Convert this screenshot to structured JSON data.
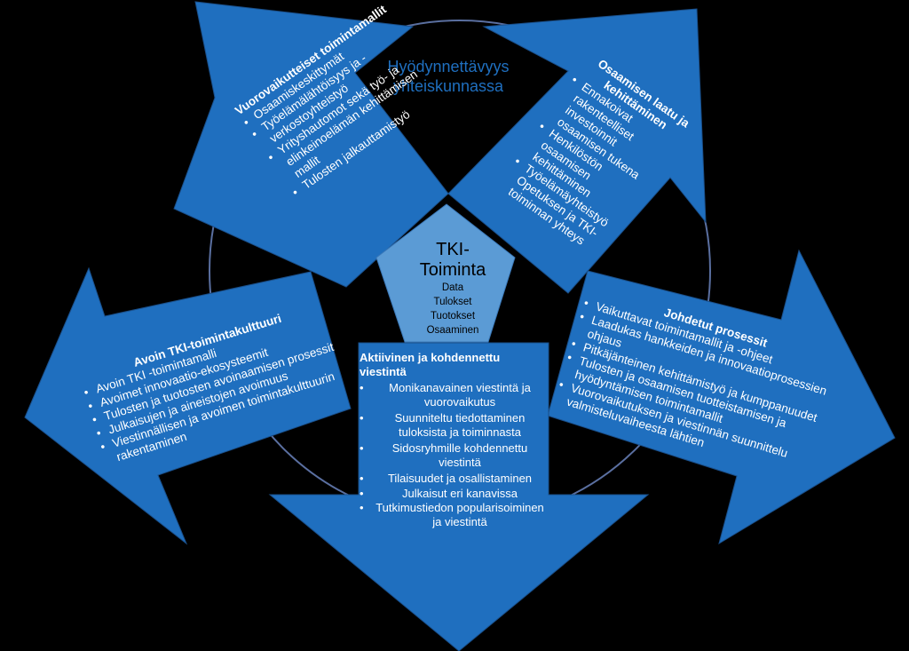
{
  "outer_label": [
    "Hyödynnettävyys",
    "yhteiskunnassa"
  ],
  "center": {
    "title": [
      "TKI-",
      "Toiminta"
    ],
    "items": [
      "Data",
      "Tulokset",
      "Tuotokset",
      "Osaaminen"
    ]
  },
  "top_left": {
    "title": "Vuorovaikutteiset toimintamallit",
    "items": [
      "Osaamiskeskittymät",
      "Työelämälähtöisyys ja -verkostoyhteistyö",
      "Yrityshautomot sekä työ- ja elinkeinoelämän kehittämisen mallit",
      "Tulosten jalkauttamistyö"
    ]
  },
  "top_right": {
    "title": "Osaamisen laatu ja kehittäminen",
    "items": [
      "Ennakoivat rakenteelliset investoinnit osaamisen tukena",
      "Henkilöstön osaamisen kehittäminen",
      "Työelämäyhteistyö Opetuksen ja TKI-toiminnan yhteys"
    ]
  },
  "left": {
    "title": "Avoin TKI-toimintakulttuuri",
    "items": [
      "Avoin TKI -toimintamalli",
      "Avoimet innovaatio-ekosysteemit",
      "Tulosten ja tuotosten avoinaamisen prosessit",
      "Julkaisujen ja aineistojen avoimuus",
      "Viestinnällisen ja avoimen toimintakulttuurin rakentaminen"
    ]
  },
  "right": {
    "title": "Johdetut prosessit",
    "items": [
      "Vaikuttavat toimintamallit ja -ohjeet",
      "Laadukas hankkeiden ja innovaatioprosessien ohjaus",
      "Pitkäjänteinen kehittämistyö ja kumppanuudet",
      "Tulosten ja osaamisen tuotteistamisen ja hyödyntämisen toimintamallit",
      "Vuorovaikutuksen ja viestinnän suunnittelu valmisteluvaiheesta lähtien"
    ]
  },
  "bottom": {
    "title": "Aktiivinen ja kohdennettu viestintä",
    "items": [
      "Monikanavainen viestintä ja vuorovaikutus",
      "Suunniteltu tiedottaminen tuloksista ja toiminnasta",
      "Sidosryhmille kohdennettu viestintä",
      "Tilaisuudet ja osallistaminen",
      "Julkaisut eri kanavissa",
      "Tutkimustiedon popularisoiminen ja viestintä"
    ]
  },
  "colors": {
    "arrow_fill": "#1f6fbf",
    "arrow_stroke": "#1a4f8a",
    "center_fill": "#5b9bd5",
    "label": "#1f6fbf"
  }
}
